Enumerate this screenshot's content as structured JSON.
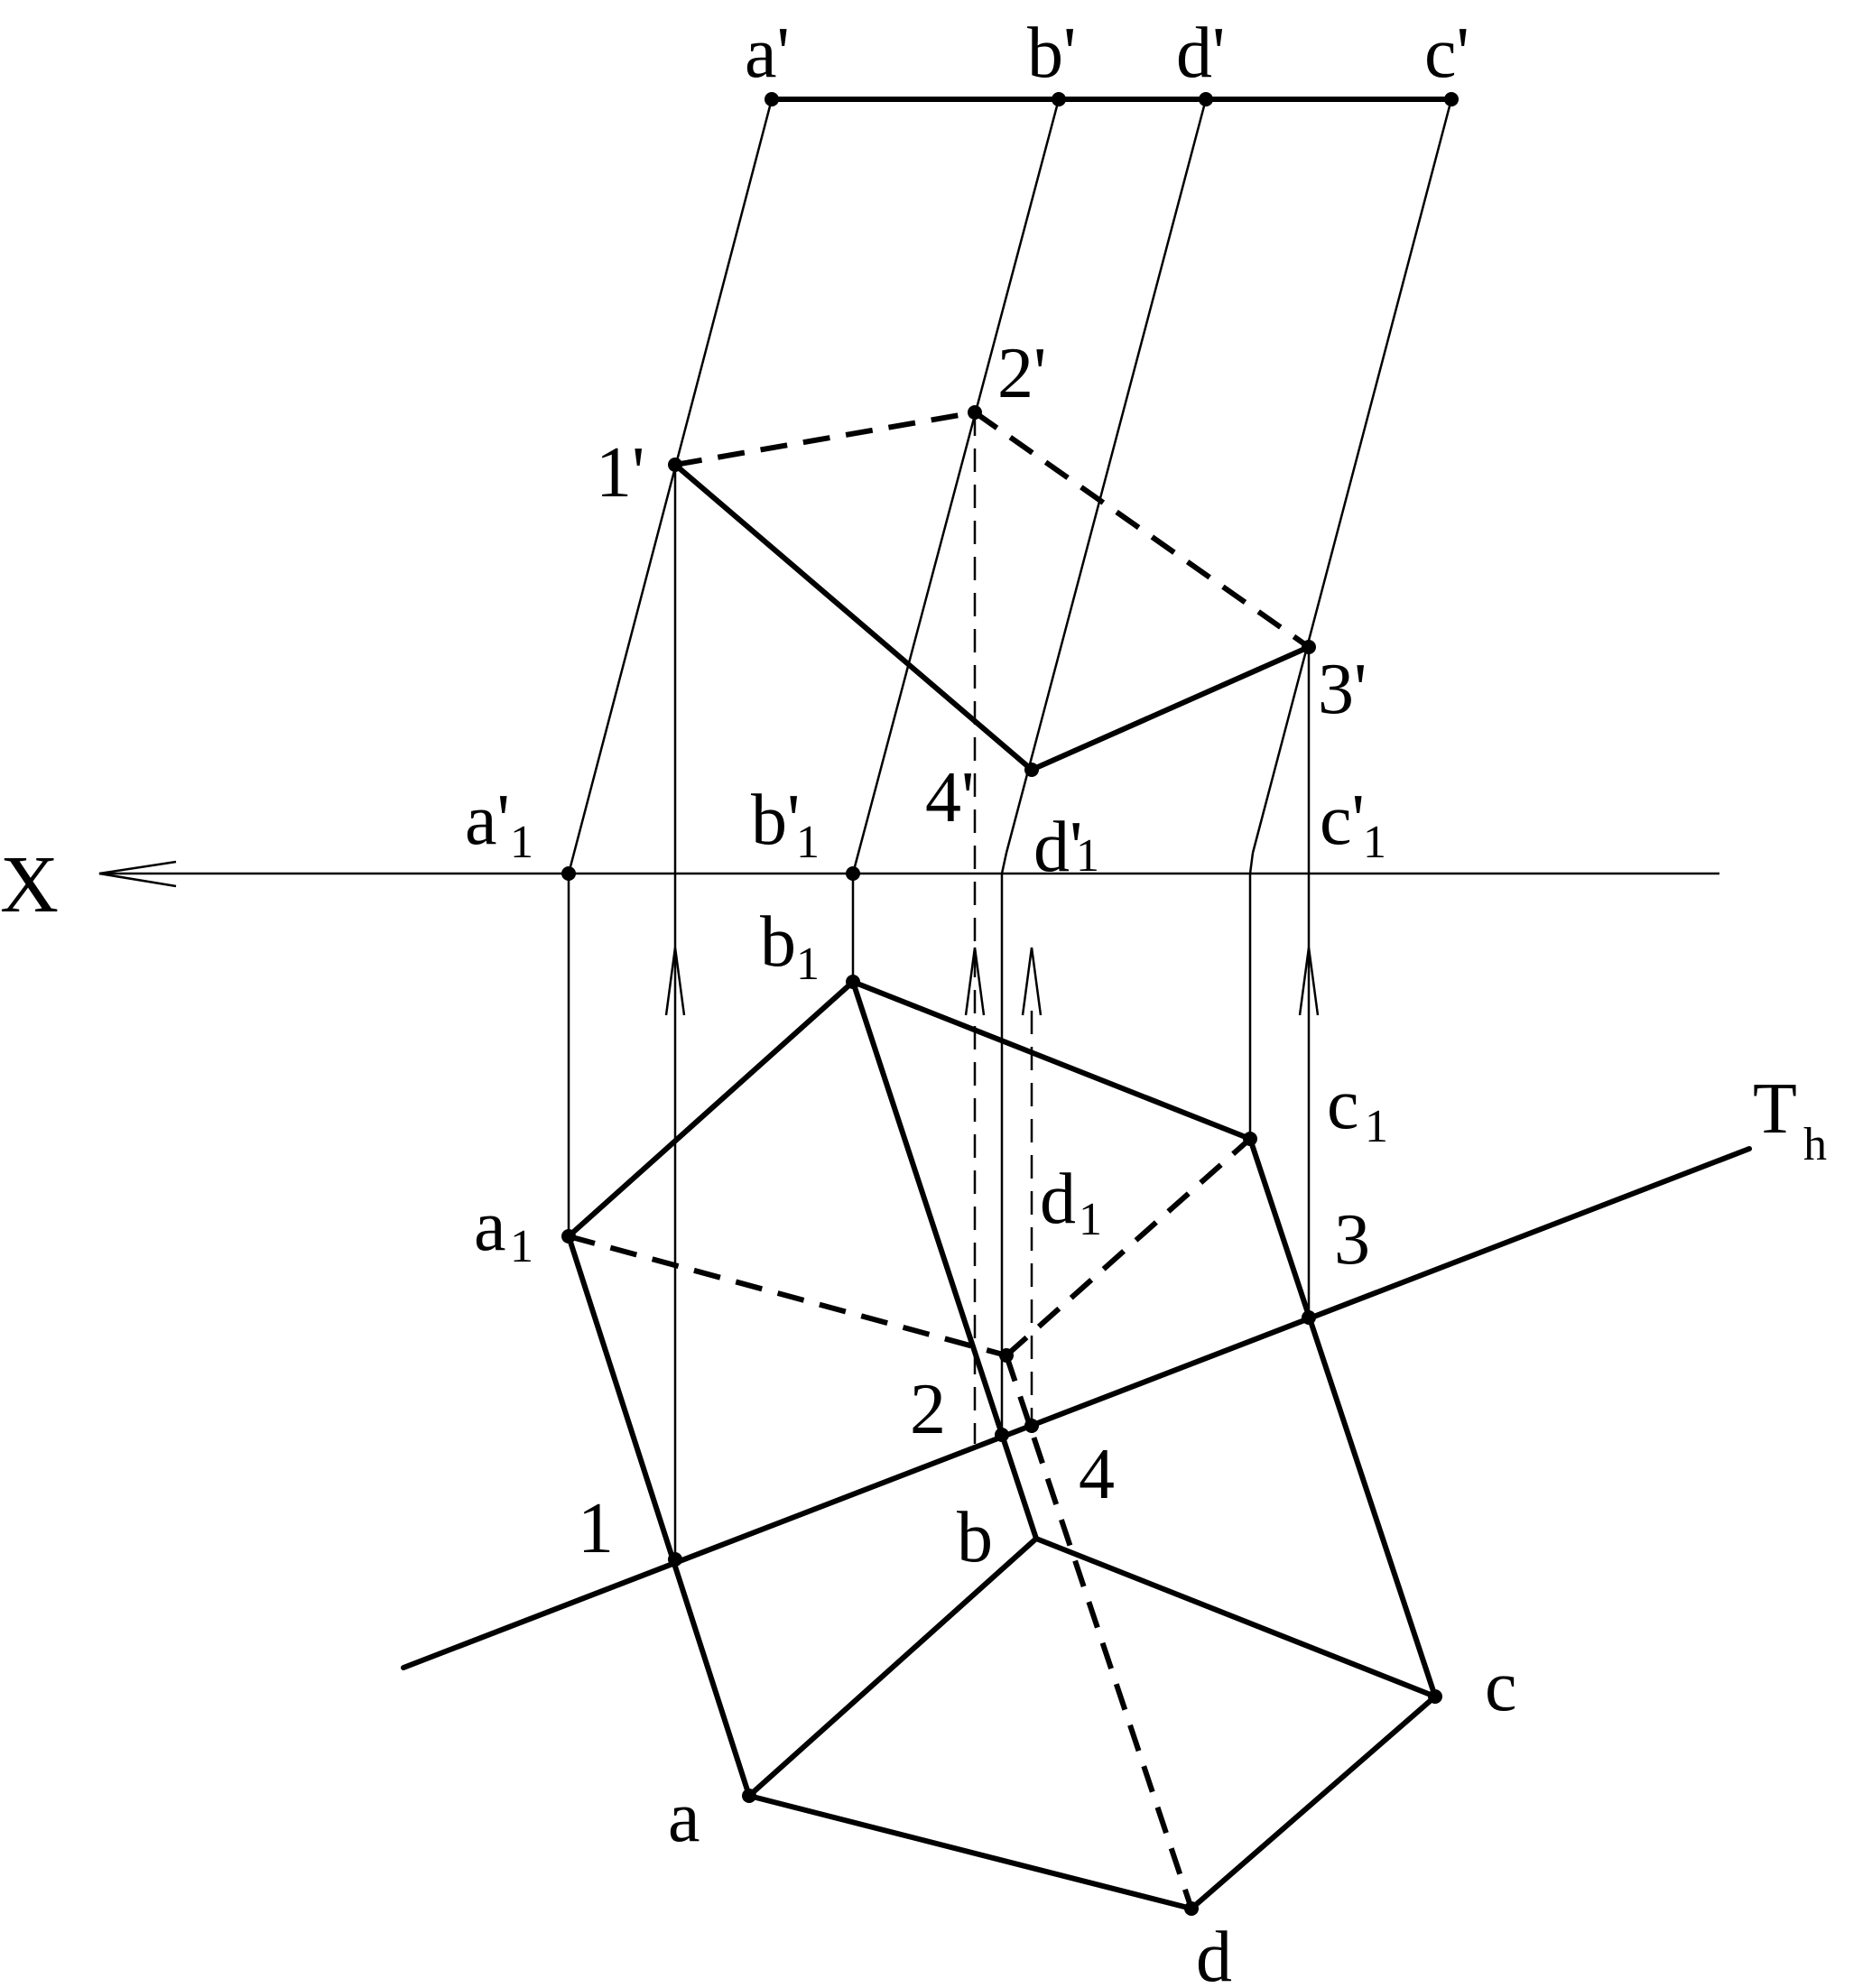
{
  "labels": {
    "a_prime": "a'",
    "b_prime": "b'",
    "d_prime": "d'",
    "c_prime": "c'",
    "p1_prime": "1'",
    "p2_prime": "2'",
    "p3_prime": "3'",
    "p4_prime": "4'",
    "a1_prime": "a'",
    "b1_prime": "b'",
    "d1_prime": "d'",
    "c1_prime": "c'",
    "subscript_1": "1",
    "axis_x": "X",
    "b1": "b",
    "c1": "c",
    "a1": "a",
    "d1": "d",
    "trace_T": "T",
    "trace_h": "h",
    "p1": "1",
    "p2": "2",
    "p3": "3",
    "p4": "4",
    "a": "a",
    "b": "b",
    "c": "c",
    "d": "d"
  }
}
